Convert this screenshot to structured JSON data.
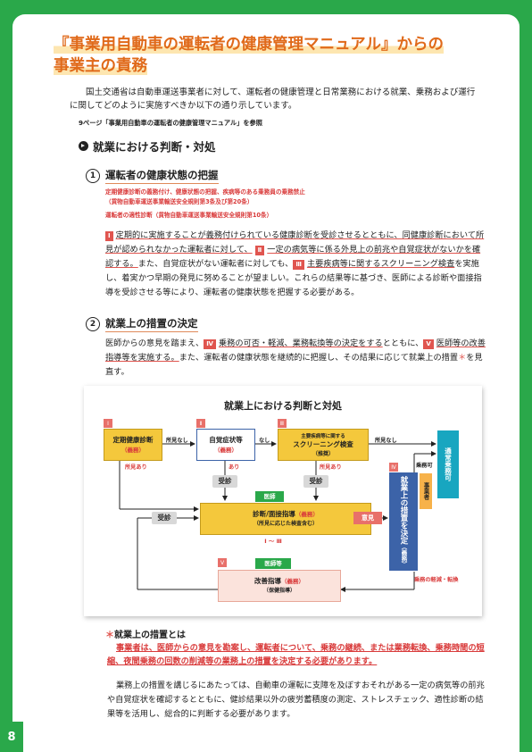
{
  "page_number": "8",
  "title_line1": "『事業用自動車の運転者の健康管理マニュアル』からの",
  "title_line2": "事業主の責務",
  "intro": "国土交通省は自動車運送事業者に対して、運転者の健康管理と日常業務における就業、乗務および運行に関してどのように実施すべきか以下の通り示しています。",
  "reference": "9ページ「事業用自動車の運転者の健康管理マニュアル」を参照",
  "section_heading": "就業における判断・対処",
  "sub1": {
    "number": "1",
    "heading": "運転者の健康状態の把握",
    "note1": "定期健康診断の義務付け、健康状態の把握、疾病等のある乗務員の乗務禁止",
    "note2": "（貨物自動車運送事業輸送安全規則第3条及び第20条）",
    "note3": "運転者の適性診断（貨物自動車運送事業輸送安全規則第10条）",
    "tag1": "Ⅰ",
    "p_a": "定期的に実施することが義務付けられている健康診断を受診させるとともに、同健康診断において所見が認められなかった運転者に対して、",
    "tag2": "Ⅱ",
    "p_b": "一定の病気等に係る外見上の前兆や自覚症状がないかを確認する。",
    "p_c": "また、自覚症状がない運転者に対しても、",
    "tag3": "Ⅲ",
    "p_d": "主要疾病等に関するスクリーニング検査",
    "p_e": "を実施し、着実かつ早期の発見に努めることが望ましい。これらの結果等に基づき、医師による診断や面接指導を受診させる等により、運転者の健康状態を把握する必要がある。"
  },
  "sub2": {
    "number": "2",
    "heading": "就業上の措置の決定",
    "p_a": "医師からの意見を踏まえ、",
    "tag4": "Ⅳ",
    "p_b": "乗務の可否・軽減、業務転換等の決定をする",
    "p_c": "とともに、",
    "tag5": "Ⅴ",
    "p_d": "医師等の改善指導等を実施する。",
    "p_e": "また、運転者の健康状態を継続的に把握し、その結果に応じて就業上の措置",
    "star": "＊",
    "p_f": "を見直す。"
  },
  "diagram": {
    "title": "就業上における判断と対処",
    "box1": {
      "roman": "Ⅰ",
      "label": "定期健康診断",
      "sub": "（義務）"
    },
    "box2": {
      "roman": "Ⅱ",
      "label": "自覚症状等",
      "sub": "（義務）"
    },
    "box3": {
      "roman": "Ⅲ",
      "small": "主要疾病等に関する",
      "label": "スクリーニング検査",
      "sub": "（推奨）"
    },
    "box4": {
      "roman": "Ⅳ",
      "label": "就業上の措置を決定",
      "sub": "（義務）"
    },
    "box5": {
      "roman": "Ⅴ",
      "label": "改善指導",
      "label_sub": "（義務）",
      "sub": "（保健指導）"
    },
    "center": {
      "badge": "医師",
      "label": "診断/面接指導",
      "label_sub": "（義務）",
      "sub": "（所見に応じた検査含む）",
      "range": "Ⅰ ～ Ⅲ"
    },
    "tsujo": "通常乗務可",
    "jigyosha": "事業者",
    "ishi_tou": "医師等",
    "iken": "意見",
    "jushin1": "受診",
    "jushin2": "受診",
    "jushin3": "受診",
    "shoken_nashi1": "所見なし",
    "nashi2": "なし",
    "shoken_nashi3": "所見なし",
    "shoken_ari1": "所見あり",
    "ari2": "あり",
    "shoken_ari3": "所見あり",
    "jomu_ka": "乗務可",
    "keigen": "乗務の軽減・転換"
  },
  "note_heading_star": "＊",
  "note_heading": "就業上の措置とは",
  "note_red": "事業者は、医師からの意見を勘案し、運転者について、乗務の継続、または業務転換、乗務時間の短縮、夜間乗務の回数の削減等の業務上の措置を決定する必要があります。",
  "note_last": "業務上の措置を講じるにあたっては、自動車の運転に支障を及ぼすおそれがある一定の病気等の前兆や自覚症状を確認するとともに、健診結果以外の疲労蓄積度の測定、ストレスチェック、適性診断の結果等を活用し、総合的に判断する必要があります。",
  "colors": {
    "frame": "#2aa84a",
    "title": "#e06a1a",
    "accent_red": "#e0554f",
    "box_yellow": "#f4c83c",
    "box_orange": "#f7b24a",
    "box_blue": "#3c63a8",
    "box_teal": "#18a6c0",
    "box_pink": "#fbe3dc",
    "badge_green": "#2aa84a"
  }
}
